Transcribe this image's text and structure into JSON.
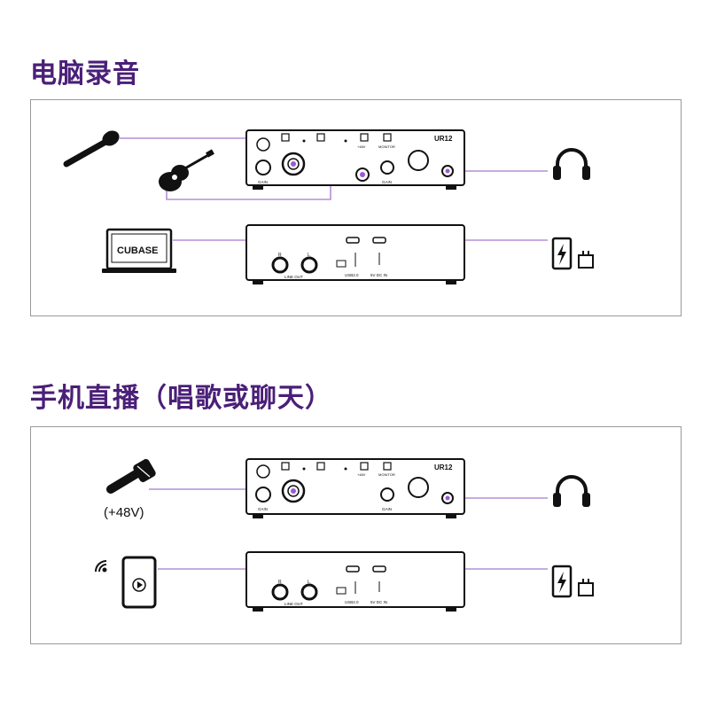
{
  "sections": [
    {
      "title": "电脑录音",
      "device": {
        "brand": "UR12",
        "front_labels": {
          "48v": "+48V",
          "monitor": "MONITOR",
          "gain": "GAIN"
        },
        "rear_labels": {
          "r": "R",
          "l": "L",
          "line_out": "LINE OUT",
          "usb": "USB2.0",
          "dc": "5V DC IN"
        }
      },
      "sources": {
        "daw_label": "CUBASE"
      }
    },
    {
      "title": "手机直播（唱歌或聊天）",
      "device": {
        "brand": "UR12",
        "front_labels": {
          "48v": "+48V",
          "monitor": "MONITOR",
          "gain": "GAIN"
        },
        "rear_labels": {
          "r": "R",
          "l": "L",
          "line_out": "LINE OUT",
          "usb": "USB2.0",
          "dc": "5V DC IN"
        }
      },
      "sources": {
        "phantom_label": "(+48V)"
      }
    }
  ],
  "colors": {
    "title": "#4a1f78",
    "cable": "#b48fd6",
    "port_accent": "#9b59d6",
    "frame": "#9a9a9a",
    "device": "#111111"
  },
  "icons": [
    "microphone-icon",
    "guitar-icon",
    "headphones-icon",
    "laptop-icon",
    "power-bank-icon",
    "usb-plug-icon",
    "smartphone-icon",
    "wifi-icon",
    "condenser-microphone-icon"
  ]
}
